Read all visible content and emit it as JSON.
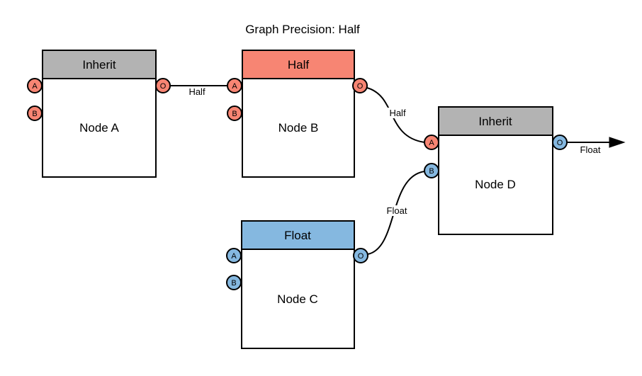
{
  "title": "Graph Precision: Half",
  "colors": {
    "inherit": "#b3b3b3",
    "half": "#f78573",
    "float": "#85b8e0",
    "node_fill": "#ffffff",
    "stroke": "#000000"
  },
  "nodes": [
    {
      "name": "Node A",
      "header": "Inherit",
      "ports": {
        "a": "A",
        "b": "B",
        "out": "O"
      }
    },
    {
      "name": "Node B",
      "header": "Half",
      "ports": {
        "a": "A",
        "b": "B",
        "out": "O"
      }
    },
    {
      "name": "Node C",
      "header": "Float",
      "ports": {
        "a": "A",
        "b": "B",
        "out": "O"
      }
    },
    {
      "name": "Node D",
      "header": "Inherit",
      "ports": {
        "a": "A",
        "b": "B",
        "out": "O"
      }
    }
  ],
  "edges": [
    {
      "from": "Node A port O",
      "to": "Node B port A",
      "label": "Half"
    },
    {
      "from": "Node B port O",
      "to": "Node D port A",
      "label": "Half"
    },
    {
      "from": "Node C port O",
      "to": "Node D port B",
      "label": "Float"
    },
    {
      "from": "Node D port O",
      "to": "graph output arrow",
      "label": "Float"
    }
  ]
}
